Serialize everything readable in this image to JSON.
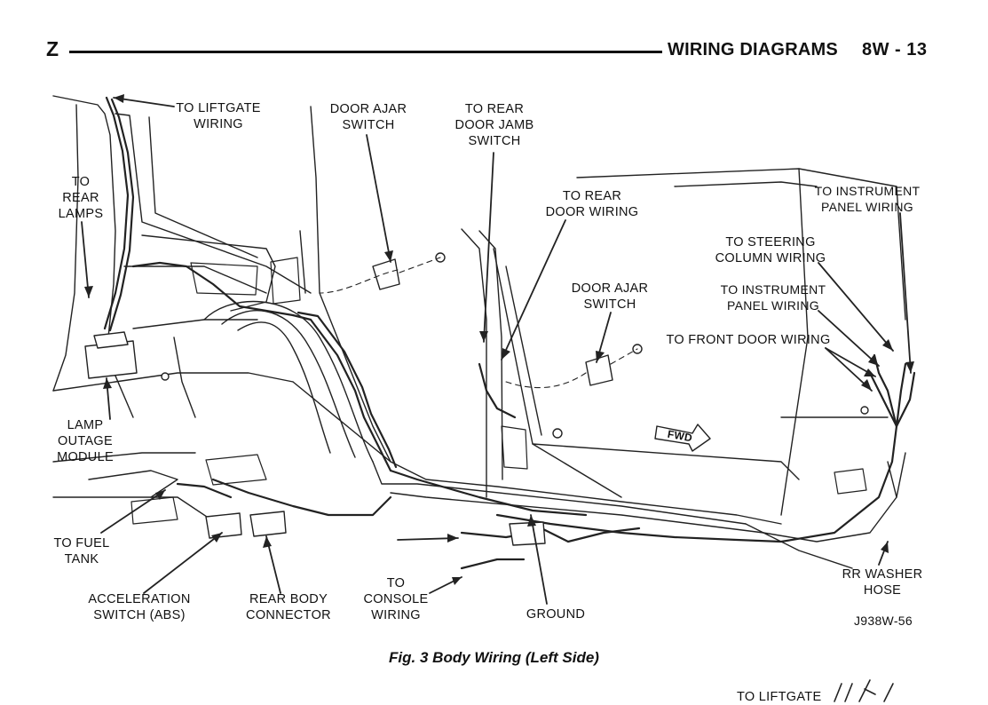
{
  "header": {
    "section_letter": "Z",
    "title": "WIRING DIAGRAMS",
    "page": "8W - 13"
  },
  "labels": {
    "to_liftgate_wiring": "TO LIFTGATE\nWIRING",
    "to_rear_lamps": "TO\nREAR\nLAMPS",
    "door_ajar_switch_rear": "DOOR AJAR\nSWITCH",
    "to_rear_door_jamb_switch": "TO REAR\nDOOR JAMB\nSWITCH",
    "to_rear_door_wiring": "TO REAR\nDOOR WIRING",
    "door_ajar_switch_front": "DOOR AJAR\nSWITCH",
    "to_instrument_panel_wiring_top": "TO INSTRUMENT\nPANEL WIRING",
    "to_steering_column_wiring": "TO STEERING\nCOLUMN WIRING",
    "to_instrument_panel_wiring_mid": "TO INSTRUMENT\nPANEL WIRING",
    "to_front_door_wiring": "TO FRONT DOOR WIRING",
    "lamp_outage_module": "LAMP\nOUTAGE\nMODULE",
    "to_fuel_tank": "TO FUEL\nTANK",
    "acceleration_switch": "ACCELERATION\nSWITCH (ABS)",
    "rear_body_connector": "REAR BODY\nCONNECTOR",
    "to_console_wiring": "TO\nCONSOLE\nWIRING",
    "ground": "GROUND",
    "rr_washer_hose": "RR WASHER\nHOSE",
    "fwd": "FWD"
  },
  "figure_id": "J938W-56",
  "caption": "Fig. 3 Body Wiring (Left Side)",
  "bottom_label": "TO LIFTGATE"
}
